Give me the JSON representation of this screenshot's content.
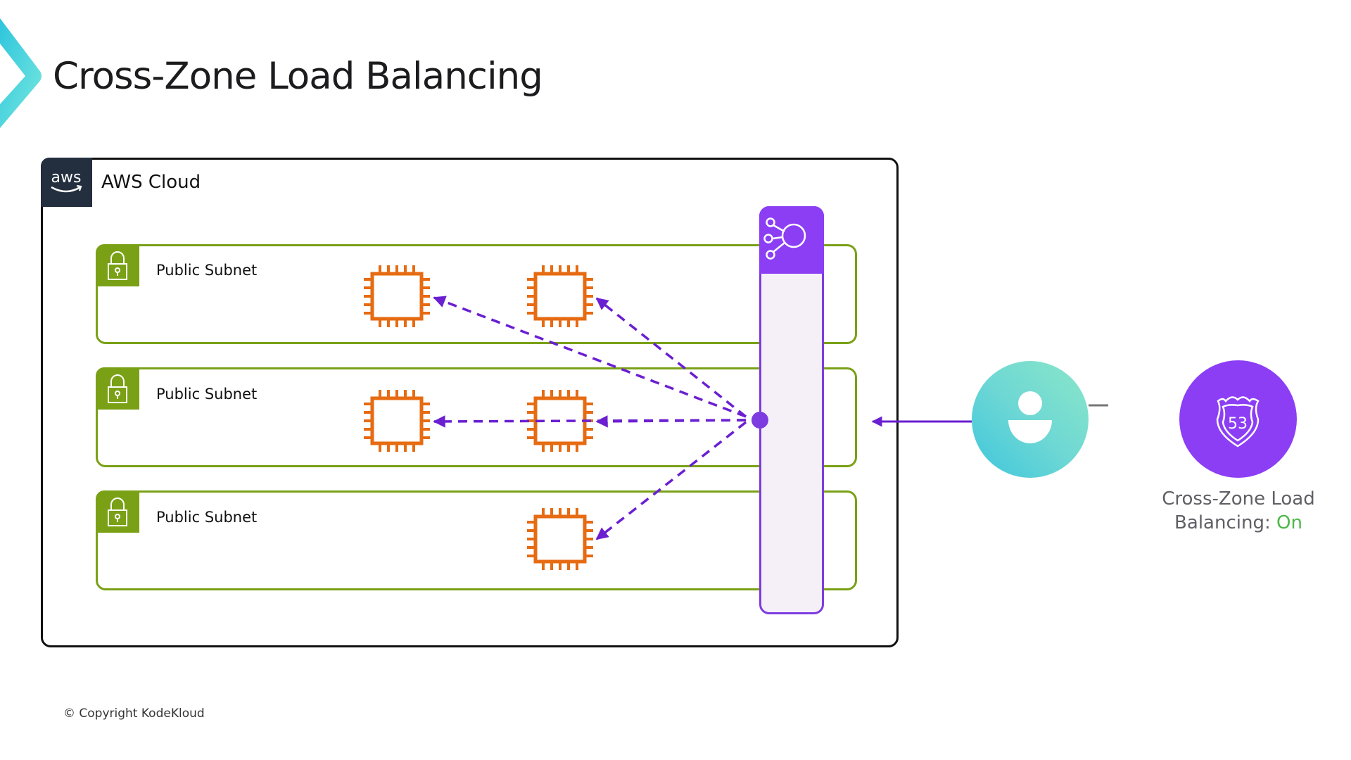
{
  "slide": {
    "title": "Cross-Zone Load Balancing",
    "footer": "© Copyright KodeKloud"
  },
  "cloud": {
    "logo_text": "aws",
    "label": "AWS Cloud"
  },
  "subnets": [
    {
      "label": "Public Subnet",
      "instances": 2
    },
    {
      "label": "Public Subnet",
      "instances": 2
    },
    {
      "label": "Public Subnet",
      "instances": 1
    }
  ],
  "load_balancer": {
    "icon": "elastic-load-balancer-icon"
  },
  "client": {
    "icon": "user-icon"
  },
  "route53": {
    "icon": "route53-shield-icon",
    "shield_number": "53"
  },
  "caption": {
    "line1": "Cross-Zone Load",
    "line2_prefix": "Balancing: ",
    "status": "On"
  },
  "colors": {
    "subnet_green": "#7aa116",
    "instance_orange": "#e66b12",
    "lb_purple": "#8c3ef5",
    "arrow_purple": "#6a1fd1",
    "aws_dark": "#232f3e",
    "status_on_green": "#4db848",
    "caption_gray": "#5f5f66"
  }
}
